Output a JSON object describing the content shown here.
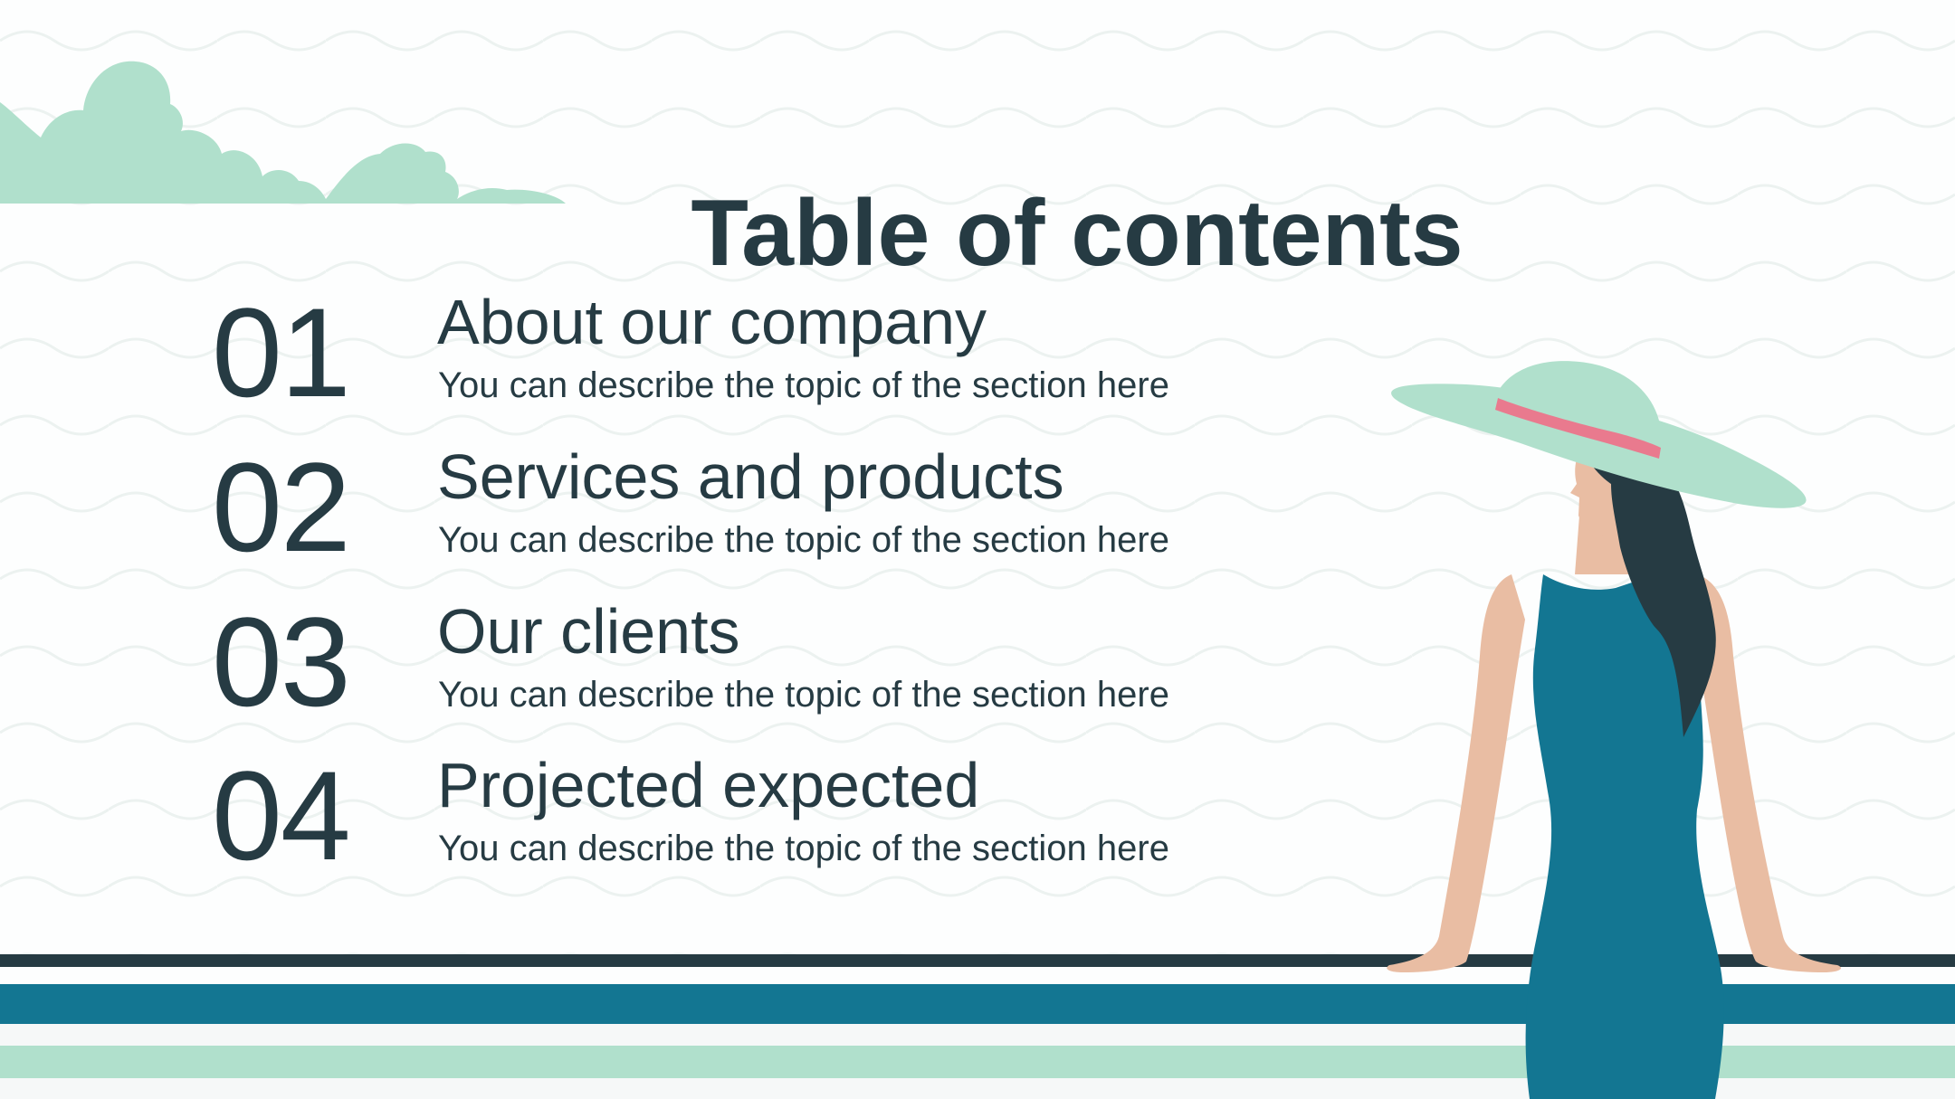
{
  "slide": {
    "title": "Table of contents",
    "items": [
      {
        "number": "01",
        "heading": "About our company",
        "description": "You can describe the topic of the section here"
      },
      {
        "number": "02",
        "heading": "Services and products",
        "description": "You can describe the topic of the section here"
      },
      {
        "number": "03",
        "heading": "Our clients",
        "description": "You can describe the topic of the section here"
      },
      {
        "number": "04",
        "heading": "Projected expected",
        "description": "You can describe the topic of the section here"
      }
    ]
  },
  "colors": {
    "text": "#263b43",
    "mint": "#b0e0cc",
    "teal": "#137692",
    "dark": "#263b43",
    "skin": "#e9bda3",
    "hat_band": "#e97a8e",
    "hair": "#263b43"
  }
}
